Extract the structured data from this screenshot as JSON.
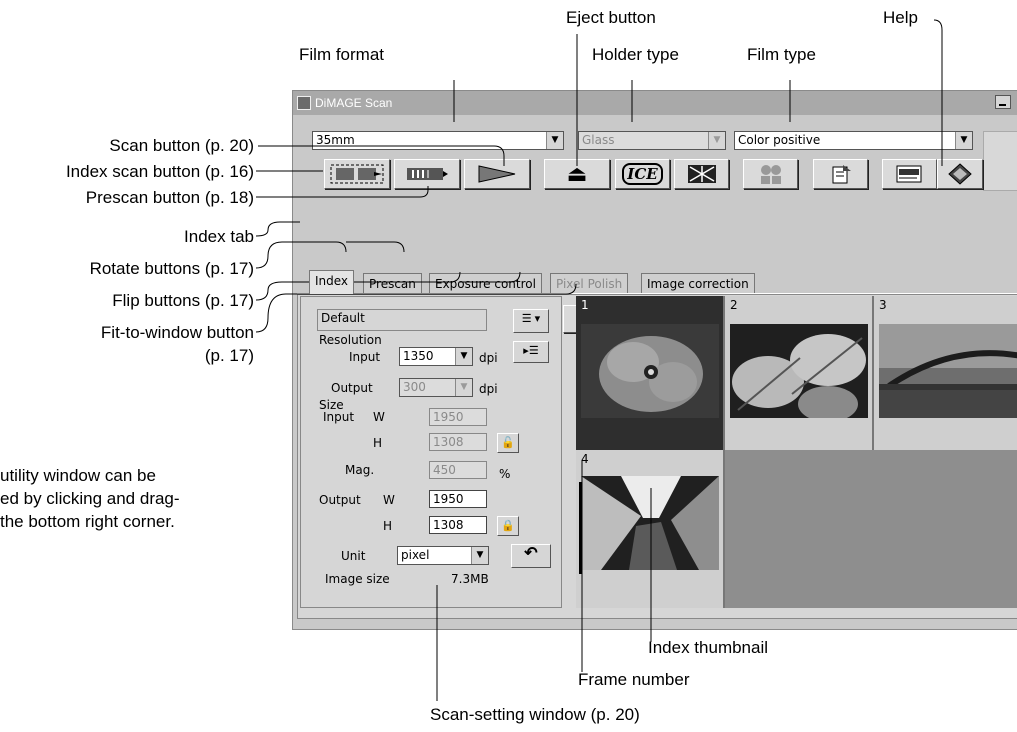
{
  "annotations": {
    "eject_button": "Eject button",
    "help": "Help",
    "film_format": "Film format",
    "holder_type": "Holder type",
    "film_type": "Film type",
    "scan_button": "Scan button (p. 20)",
    "index_scan_button": "Index scan button (p. 16)",
    "prescan_button": "Prescan button (p. 18)",
    "index_tab": "Index tab",
    "rotate_buttons": "Rotate buttons (p. 17)",
    "flip_buttons": "Flip buttons (p. 17)",
    "fit_to_window_line1": "Fit-to-window button",
    "fit_to_window_line2": "(p. 17)",
    "resize_note_line1": "utility window can be",
    "resize_note_line2": "ed by clicking and drag-",
    "resize_note_line3": "the bottom right corner.",
    "index_thumbnail": "Index thumbnail",
    "frame_number": "Frame number",
    "scan_setting_window": "Scan-setting window (p. 20)"
  },
  "window": {
    "title": "DiMAGE Scan",
    "film_format": "35mm",
    "holder_type": "Glass",
    "film_type": "Color positive"
  },
  "tabs": [
    {
      "label": "Index"
    },
    {
      "label": "Prescan"
    },
    {
      "label": "Exposure control"
    },
    {
      "label": "Pixel Polish"
    },
    {
      "label": "Image correction"
    }
  ],
  "toolbar": {
    "eject_glyph": "⏏",
    "ice_label": "ICE"
  },
  "scan_settings": {
    "preset": "Default",
    "resolution_label": "Resolution",
    "input_label": "Input",
    "input_dpi": "1350",
    "output_label": "Output",
    "output_dpi": "300",
    "dpi_unit": "dpi",
    "size_label": "Size",
    "w_label": "W",
    "h_label": "H",
    "input_w": "1950",
    "input_h": "1308",
    "mag_label": "Mag.",
    "mag_value": "450",
    "percent": "%",
    "output_w": "1950",
    "output_h": "1308",
    "unit_label": "Unit",
    "unit_value": "pixel",
    "image_size_label": "Image size",
    "image_size_value": "7.3MB"
  },
  "frames": [
    {
      "number": "1"
    },
    {
      "number": "2"
    },
    {
      "number": "3"
    },
    {
      "number": "4"
    }
  ],
  "icons": {
    "index_scan": "index-scan-icon",
    "prescan": "prescan-icon",
    "scan": "scan-icon",
    "eject": "eject-icon",
    "ice": "ice-icon",
    "grain": "grain-icon",
    "color_matching": "color-matching-icon",
    "preferences": "preferences-icon",
    "save": "save-icon",
    "help": "help-icon"
  }
}
